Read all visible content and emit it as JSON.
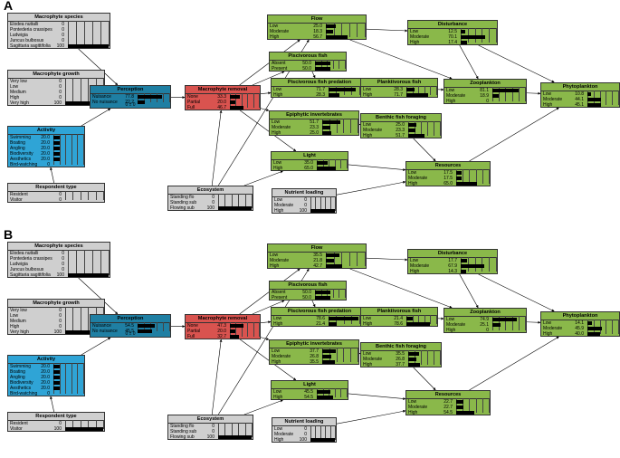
{
  "panels": [
    {
      "label": "A",
      "nodes": {
        "species": {
          "title": "Macrophyte species",
          "color": "grey",
          "rows": [
            [
              "Elodea nuttalli",
              "0"
            ],
            [
              "Pontederia crassipes",
              "0"
            ],
            [
              "Ludwigia",
              "0"
            ],
            [
              "Juncus bulbosus",
              "0"
            ],
            [
              "Sagittaria sagittifolia",
              "100"
            ]
          ],
          "foot": ""
        },
        "growth": {
          "title": "Macrophyte growth",
          "color": "grey",
          "rows": [
            [
              "Very low",
              "0"
            ],
            [
              "Low",
              "0"
            ],
            [
              "Medium",
              "0"
            ],
            [
              "High",
              "0"
            ],
            [
              "Very high",
              "100"
            ]
          ],
          "foot": ""
        },
        "activity": {
          "title": "Activity",
          "color": "blue",
          "rows": [
            [
              "Swimming",
              "20.0"
            ],
            [
              "Boating",
              "20.0"
            ],
            [
              "Angling",
              "20.0"
            ],
            [
              "Biodiversity",
              "20.0"
            ],
            [
              "Aesthetics",
              "20.0"
            ],
            [
              "Bird-watching",
              "0"
            ]
          ],
          "foot": ""
        },
        "respondent": {
          "title": "Respondent type",
          "color": "grey",
          "rows": [
            [
              "Resident",
              "0"
            ],
            [
              "Visitor",
              "0"
            ]
          ],
          "foot": ""
        },
        "perception": {
          "title": "Perception",
          "color": "teal",
          "rows": [
            [
              "Nuisance",
              "77.8"
            ],
            [
              "No nuisance",
              "22.2"
            ]
          ],
          "foot": "0 ± 0"
        },
        "removal": {
          "title": "Macrophyte removal",
          "color": "red",
          "rows": [
            [
              "None",
              "33.3"
            ],
            [
              "Partial",
              "20.0"
            ],
            [
              "Full",
              "46.7"
            ]
          ],
          "foot": ""
        },
        "flow": {
          "title": "Flow",
          "color": "green",
          "rows": [
            [
              "Low",
              "25.0"
            ],
            [
              "Moderate",
              "18.3"
            ],
            [
              "High",
              "56.7"
            ]
          ],
          "foot": ""
        },
        "pisc": {
          "title": "Piscivorous fish",
          "color": "green",
          "rows": [
            [
              "Absent",
              "50.0"
            ],
            [
              "Present",
              "50.0"
            ]
          ],
          "foot": ""
        },
        "pred": {
          "title": "Piscivorous fish predation",
          "color": "green",
          "rows": [
            [
              "Low",
              "71.7"
            ],
            [
              "High",
              "28.3"
            ]
          ],
          "foot": ""
        },
        "plank": {
          "title": "Planktivorous fish",
          "color": "green",
          "rows": [
            [
              "Low",
              "28.3"
            ],
            [
              "High",
              "71.7"
            ]
          ],
          "foot": ""
        },
        "epi": {
          "title": "Epiphytic invertebrates",
          "color": "green",
          "rows": [
            [
              "Low",
              "51.7"
            ],
            [
              "Moderate",
              "23.3"
            ],
            [
              "High",
              "25.0"
            ]
          ],
          "foot": ""
        },
        "benthic": {
          "title": "Benthic fish foraging",
          "color": "green",
          "rows": [
            [
              "Low",
              "25.0"
            ],
            [
              "Moderate",
              "23.3"
            ],
            [
              "High",
              "51.7"
            ]
          ],
          "foot": ""
        },
        "light": {
          "title": "Light",
          "color": "green",
          "rows": [
            [
              "Low",
              "35.0"
            ],
            [
              "High",
              "65.0"
            ]
          ],
          "foot": ""
        },
        "disturb": {
          "title": "Disturbance",
          "color": "green",
          "rows": [
            [
              "Low",
              "12.5"
            ],
            [
              "Moderate",
              "70.1"
            ],
            [
              "High",
              "17.4"
            ]
          ],
          "foot": ""
        },
        "zoo": {
          "title": "Zooplankton",
          "color": "green",
          "rows": [
            [
              "Low",
              "81.1"
            ],
            [
              "Moderate",
              "18.9"
            ],
            [
              "High",
              "0"
            ]
          ],
          "foot": ""
        },
        "phyto": {
          "title": "Phytoplankton",
          "color": "green",
          "rows": [
            [
              "Low",
              "10.8"
            ],
            [
              "Moderate",
              "44.1"
            ],
            [
              "High",
              "45.1"
            ]
          ],
          "foot": ""
        },
        "resources": {
          "title": "Resources",
          "color": "green",
          "rows": [
            [
              "Low",
              "17.5"
            ],
            [
              "Moderate",
              "17.5"
            ],
            [
              "High",
              "65.0"
            ]
          ],
          "foot": ""
        },
        "ecosystem": {
          "title": "Ecosystem",
          "color": "grey",
          "rows": [
            [
              "Standing flo",
              "0"
            ],
            [
              "Standing sub",
              "0"
            ],
            [
              "Flowing sub",
              "100"
            ]
          ],
          "foot": ""
        },
        "nutrient": {
          "title": "Nutrient loading",
          "color": "grey",
          "rows": [
            [
              "Low",
              "0"
            ],
            [
              "Moderate",
              "0"
            ],
            [
              "High",
              "100"
            ]
          ],
          "foot": ""
        }
      }
    },
    {
      "label": "B",
      "nodes": {
        "species": {
          "title": "Macrophyte species",
          "color": "grey",
          "rows": [
            [
              "Elodea nuttalli",
              "0"
            ],
            [
              "Pontederia crassipes",
              "0"
            ],
            [
              "Ludwigia",
              "0"
            ],
            [
              "Juncus bulbosus",
              "0"
            ],
            [
              "Sagittaria sagittifolia",
              "100"
            ]
          ],
          "foot": ""
        },
        "growth": {
          "title": "Macrophyte growth",
          "color": "grey",
          "rows": [
            [
              "Very low",
              "0"
            ],
            [
              "Low",
              "0"
            ],
            [
              "Medium",
              "0"
            ],
            [
              "High",
              "0"
            ],
            [
              "Very high",
              "100"
            ]
          ],
          "foot": ""
        },
        "activity": {
          "title": "Activity",
          "color": "blue",
          "rows": [
            [
              "Swimming",
              "20.0"
            ],
            [
              "Boating",
              "20.0"
            ],
            [
              "Angling",
              "20.0"
            ],
            [
              "Biodiversity",
              "20.0"
            ],
            [
              "Aesthetics",
              "20.0"
            ],
            [
              "Bird-watching",
              "0"
            ]
          ],
          "foot": ""
        },
        "respondent": {
          "title": "Respondent type",
          "color": "grey",
          "rows": [
            [
              "Resident",
              "0"
            ],
            [
              "Visitor",
              "100"
            ]
          ],
          "foot": ""
        },
        "perception": {
          "title": "Perception",
          "color": "teal",
          "rows": [
            [
              "Nuisance",
              "54.5"
            ],
            [
              "No nuisance",
              "45.5"
            ]
          ],
          "foot": "0 ± 0"
        },
        "removal": {
          "title": "Macrophyte removal",
          "color": "red",
          "rows": [
            [
              "None",
              "47.3"
            ],
            [
              "Partial",
              "20.0"
            ],
            [
              "Full",
              "32.7"
            ]
          ],
          "foot": ""
        },
        "flow": {
          "title": "Flow",
          "color": "green",
          "rows": [
            [
              "Low",
              "35.5"
            ],
            [
              "Moderate",
              "21.8"
            ],
            [
              "High",
              "42.7"
            ]
          ],
          "foot": ""
        },
        "pisc": {
          "title": "Piscivorous fish",
          "color": "green",
          "rows": [
            [
              "Absent",
              "50.0"
            ],
            [
              "Present",
              "50.0"
            ]
          ],
          "foot": ""
        },
        "pred": {
          "title": "Piscivorous fish predation",
          "color": "green",
          "rows": [
            [
              "Low",
              "78.6"
            ],
            [
              "High",
              "21.4"
            ]
          ],
          "foot": ""
        },
        "plank": {
          "title": "Planktivorous fish",
          "color": "green",
          "rows": [
            [
              "Low",
              "21.4"
            ],
            [
              "High",
              "78.6"
            ]
          ],
          "foot": ""
        },
        "epi": {
          "title": "Epiphytic invertebrates",
          "color": "green",
          "rows": [
            [
              "Low",
              "37.7"
            ],
            [
              "Moderate",
              "26.8"
            ],
            [
              "High",
              "35.5"
            ]
          ],
          "foot": ""
        },
        "benthic": {
          "title": "Benthic fish foraging",
          "color": "green",
          "rows": [
            [
              "Low",
              "35.5"
            ],
            [
              "Moderate",
              "26.8"
            ],
            [
              "High",
              "37.7"
            ]
          ],
          "foot": ""
        },
        "light": {
          "title": "Light",
          "color": "green",
          "rows": [
            [
              "Low",
              "45.5"
            ],
            [
              "High",
              "54.5"
            ]
          ],
          "foot": ""
        },
        "disturb": {
          "title": "Disturbance",
          "color": "green",
          "rows": [
            [
              "Low",
              "17.7"
            ],
            [
              "Moderate",
              "67.9"
            ],
            [
              "High",
              "14.3"
            ]
          ],
          "foot": ""
        },
        "zoo": {
          "title": "Zooplankton",
          "color": "green",
          "rows": [
            [
              "Low",
              "74.9"
            ],
            [
              "Moderate",
              "25.1"
            ],
            [
              "High",
              "0"
            ]
          ],
          "foot": ""
        },
        "phyto": {
          "title": "Phytoplankton",
          "color": "green",
          "rows": [
            [
              "Low",
              "14.1"
            ],
            [
              "Moderate",
              "45.9"
            ],
            [
              "High",
              "40.0"
            ]
          ],
          "foot": ""
        },
        "resources": {
          "title": "Resources",
          "color": "green",
          "rows": [
            [
              "Low",
              "22.7"
            ],
            [
              "Moderate",
              "22.7"
            ],
            [
              "High",
              "54.5"
            ]
          ],
          "foot": ""
        },
        "ecosystem": {
          "title": "Ecosystem",
          "color": "grey",
          "rows": [
            [
              "Standing flo",
              "0"
            ],
            [
              "Standing sub",
              "0"
            ],
            [
              "Flowing sub",
              "100"
            ]
          ],
          "foot": ""
        },
        "nutrient": {
          "title": "Nutrient loading",
          "color": "grey",
          "rows": [
            [
              "Low",
              "0"
            ],
            [
              "Moderate",
              "0"
            ],
            [
              "High",
              "100"
            ]
          ],
          "foot": ""
        }
      }
    }
  ],
  "colors": {
    "grey": "#cfcfcf",
    "blue": "#2fa4d6",
    "teal": "#1f7fa3",
    "red": "#d9534f",
    "green": "#8ab84a"
  },
  "edges": [
    [
      "species",
      "perception"
    ],
    [
      "growth",
      "perception"
    ],
    [
      "activity",
      "perception"
    ],
    [
      "respondent",
      "activity"
    ],
    [
      "perception",
      "removal"
    ],
    [
      "removal",
      "flow"
    ],
    [
      "removal",
      "pisc"
    ],
    [
      "removal",
      "pred"
    ],
    [
      "removal",
      "epi"
    ],
    [
      "removal",
      "light"
    ],
    [
      "ecosystem",
      "removal"
    ],
    [
      "ecosystem",
      "flow"
    ],
    [
      "ecosystem",
      "light"
    ],
    [
      "flow",
      "disturb"
    ],
    [
      "flow",
      "zoo"
    ],
    [
      "pisc",
      "pred"
    ],
    [
      "pred",
      "plank"
    ],
    [
      "plank",
      "zoo"
    ],
    [
      "epi",
      "benthic"
    ],
    [
      "benthic",
      "resources"
    ],
    [
      "light",
      "resources"
    ],
    [
      "nutrient",
      "resources"
    ],
    [
      "disturb",
      "zoo"
    ],
    [
      "zoo",
      "phyto"
    ],
    [
      "resources",
      "phyto"
    ],
    [
      "disturb",
      "phyto"
    ]
  ]
}
